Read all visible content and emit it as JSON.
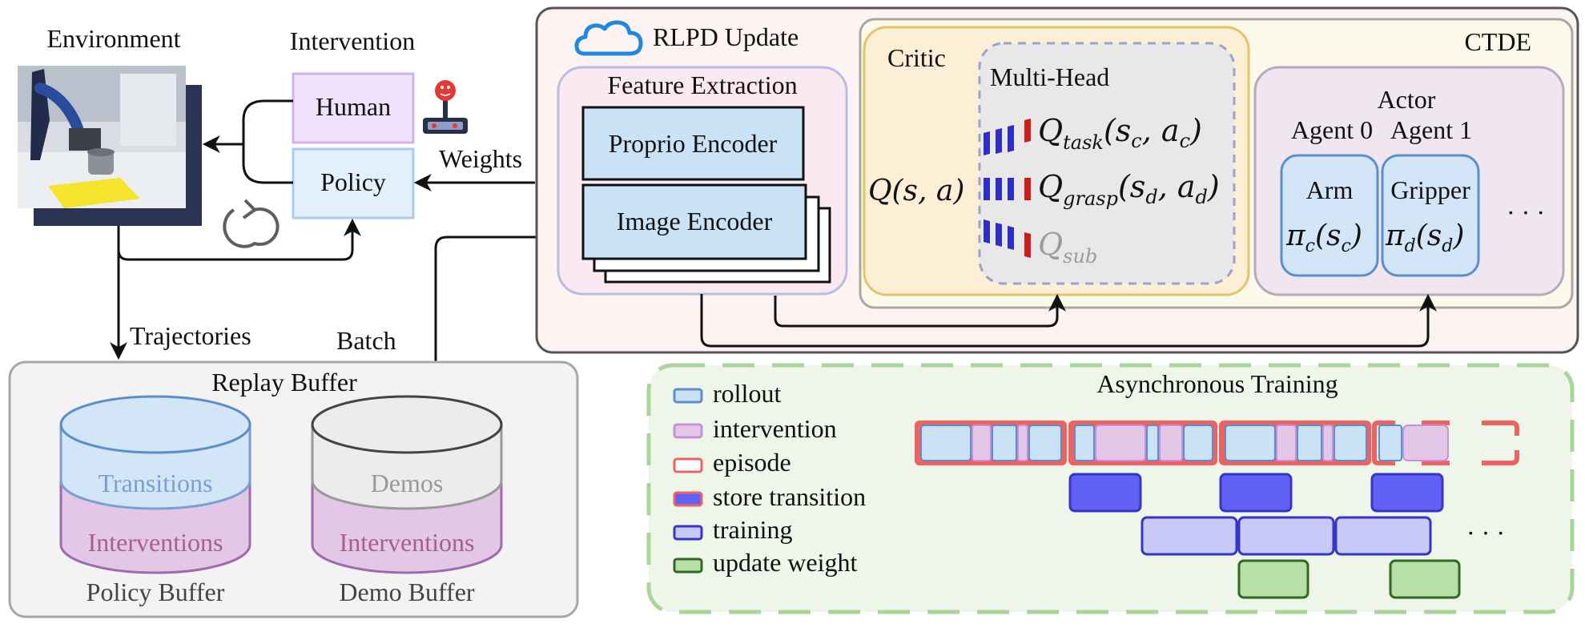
{
  "environment": {
    "label": "Environment"
  },
  "intervention": {
    "label": "Intervention",
    "human": "Human",
    "policy": "Policy"
  },
  "flows": {
    "weights": "Weights",
    "trajectories": "Trajectories",
    "batch": "Batch"
  },
  "rlpd": {
    "title": "RLPD Update",
    "feature": {
      "title": "Feature Extraction",
      "proprio": "Proprio Encoder",
      "image": "Image Encoder"
    },
    "ctde": "CTDE",
    "critic": {
      "label": "Critic",
      "q_sa": "Q(s, a)",
      "multihead": "Multi-Head",
      "heads": [
        {
          "q": "Q",
          "sub": "task",
          "args": "(s",
          "a1": "c",
          "mid": ", a",
          "a2": "c",
          "end": ")"
        },
        {
          "q": "Q",
          "sub": "grasp",
          "args": "(s",
          "a1": "d",
          "mid": ", a",
          "a2": "d",
          "end": ")"
        },
        {
          "q": "Q",
          "sub": "sub",
          "args": "",
          "a1": "",
          "mid": "",
          "a2": "",
          "end": ""
        }
      ]
    },
    "actor": {
      "label": "Actor",
      "agent0": "Agent 0",
      "agent1": "Agent 1",
      "arm": {
        "name": "Arm",
        "pi": "π",
        "sub": "c",
        "arg": "(s",
        "argsub": "c",
        "end": ")"
      },
      "gripper": {
        "name": "Gripper",
        "pi": "π",
        "sub": "d",
        "arg": "(s",
        "argsub": "d",
        "end": ")"
      },
      "more": "· · ·"
    }
  },
  "replay": {
    "title": "Replay Buffer",
    "policy_buffer": {
      "top": "Transitions",
      "bottom": "Interventions",
      "caption": "Policy Buffer"
    },
    "demo_buffer": {
      "top": "Demos",
      "bottom": "Interventions",
      "caption": "Demo Buffer"
    }
  },
  "async": {
    "title": "Asynchronous Training",
    "legend": [
      "rollout",
      "intervention",
      "episode",
      "store transition",
      "training",
      "update weight"
    ],
    "more": "· · ·"
  },
  "colors": {
    "rollout_fill": "#c9e2f5",
    "rollout_stroke": "#5b8fc9",
    "intervention_fill": "#e2c8e6",
    "intervention_stroke": "#c791d9",
    "episode_stroke": "#f06262",
    "store_fill": "#6161f5",
    "store_stroke": "#3535c8",
    "training_fill": "#c9c9f8",
    "training_stroke": "#3535c8",
    "update_fill": "#b8dfa8",
    "update_stroke": "#2f6a1e",
    "async_bg": "#eef6ea",
    "async_border": "#a9d49a",
    "rlpd_bg": "#fdf3f3",
    "ctde_bg": "#fbfaea",
    "critic_bg": "#fdefd6",
    "critic_border": "#e4c46a",
    "feature_bg": "#fbe9f1",
    "feature_border": "#b8bde3",
    "actor_bg": "#efe6ef",
    "encoder_fill": "#c9e2f5",
    "cloud": "#1e88e5"
  }
}
